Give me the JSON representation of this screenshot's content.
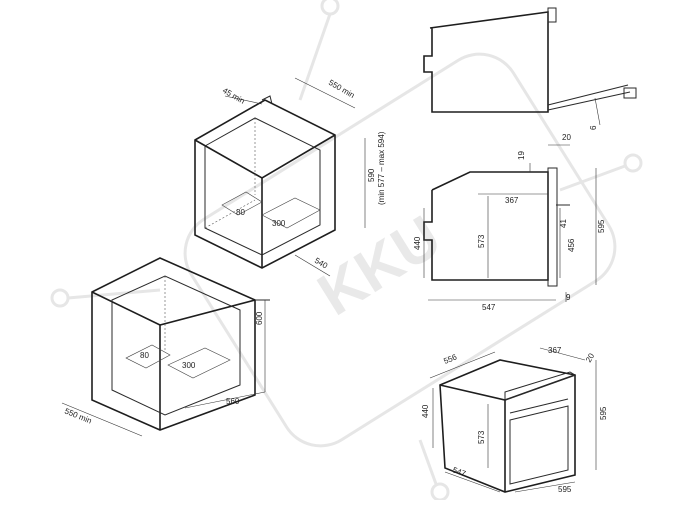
{
  "labels": {
    "top_cabinet_depth_gap": "45 min",
    "top_cabinet_width": "550 min",
    "top_cabinet_height": "590",
    "top_cabinet_height_range": "(min 577 – max 594)",
    "top_vent_80": "80",
    "top_vent_300": "300",
    "top_cabinet_540": "540",
    "bottom_cabinet_height": "600",
    "bottom_vent_80": "80",
    "bottom_vent_300": "300",
    "bottom_cabinet_560": "560",
    "bottom_cabinet_width": "550 min",
    "side_front_20": "20",
    "side_top_19": "19",
    "side_depth_367": "367",
    "side_height_440": "440",
    "side_height_573": "573",
    "side_height_595": "595",
    "side_height_456": "456",
    "side_41": "41",
    "side_9": "9",
    "side_depth_547": "547",
    "door_6": "6",
    "iso_556": "556",
    "iso_367": "367",
    "iso_20": "20",
    "iso_440": "440",
    "iso_595_right": "595",
    "iso_573": "573",
    "iso_547": "547",
    "iso_595_bottom": "595"
  },
  "watermark": {
    "text": "KKU",
    "color": "#e6e6e6"
  }
}
